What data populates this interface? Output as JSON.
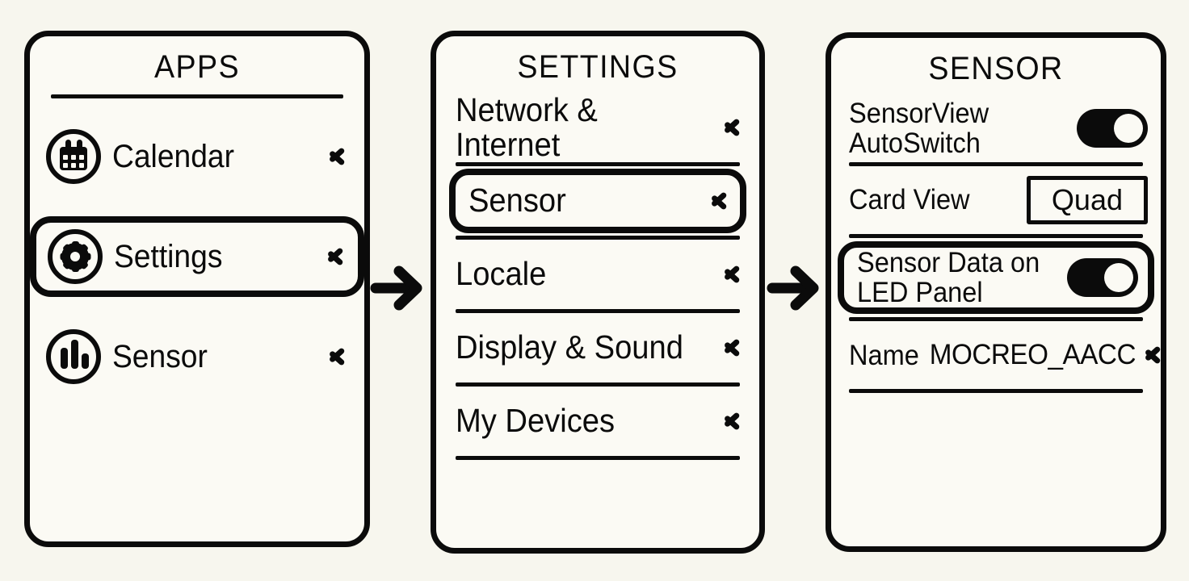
{
  "theme": {
    "background": "#f7f6ee",
    "panel_background": "#fbfaf4",
    "ink": "#0b0b0b",
    "highlight_outline": "#0b0b0b"
  },
  "flow": {
    "arrow_1": "arrow-right-icon",
    "arrow_2": "arrow-right-icon"
  },
  "panels": {
    "apps": {
      "title": "APPS",
      "items": [
        {
          "label": "Calendar",
          "icon": "calendar-icon",
          "chevron": "chevron-right-icon",
          "highlighted": false
        },
        {
          "label": "Settings",
          "icon": "gear-icon",
          "chevron": "chevron-right-icon",
          "highlighted": true
        },
        {
          "label": "Sensor",
          "icon": "bar-chart-icon",
          "chevron": "chevron-right-icon",
          "highlighted": false
        }
      ]
    },
    "settings": {
      "title": "SETTINGS",
      "items": [
        {
          "label": "Network & Internet",
          "chevron": "chevron-right-icon",
          "highlighted": false
        },
        {
          "label": "Sensor",
          "chevron": "chevron-right-icon",
          "highlighted": true
        },
        {
          "label": "Locale",
          "chevron": "chevron-right-icon",
          "highlighted": false
        },
        {
          "label": "Display & Sound",
          "chevron": "chevron-right-icon",
          "highlighted": false
        },
        {
          "label": "My Devices",
          "chevron": "chevron-right-icon",
          "highlighted": false
        }
      ]
    },
    "sensor": {
      "title": "SENSOR",
      "items": [
        {
          "label": "SensorView\nAutoSwitch",
          "control": "toggle",
          "toggle_state": "on",
          "highlighted": false
        },
        {
          "label": "Card View",
          "control": "value-box",
          "value": "Quad",
          "highlighted": false
        },
        {
          "label": "Sensor Data on\nLED Panel",
          "control": "toggle",
          "toggle_state": "on",
          "highlighted": true
        },
        {
          "label": "Name",
          "control": "value-chevron",
          "value": "MOCREO_AACC",
          "chevron": "chevron-right-icon",
          "highlighted": false
        }
      ]
    }
  }
}
